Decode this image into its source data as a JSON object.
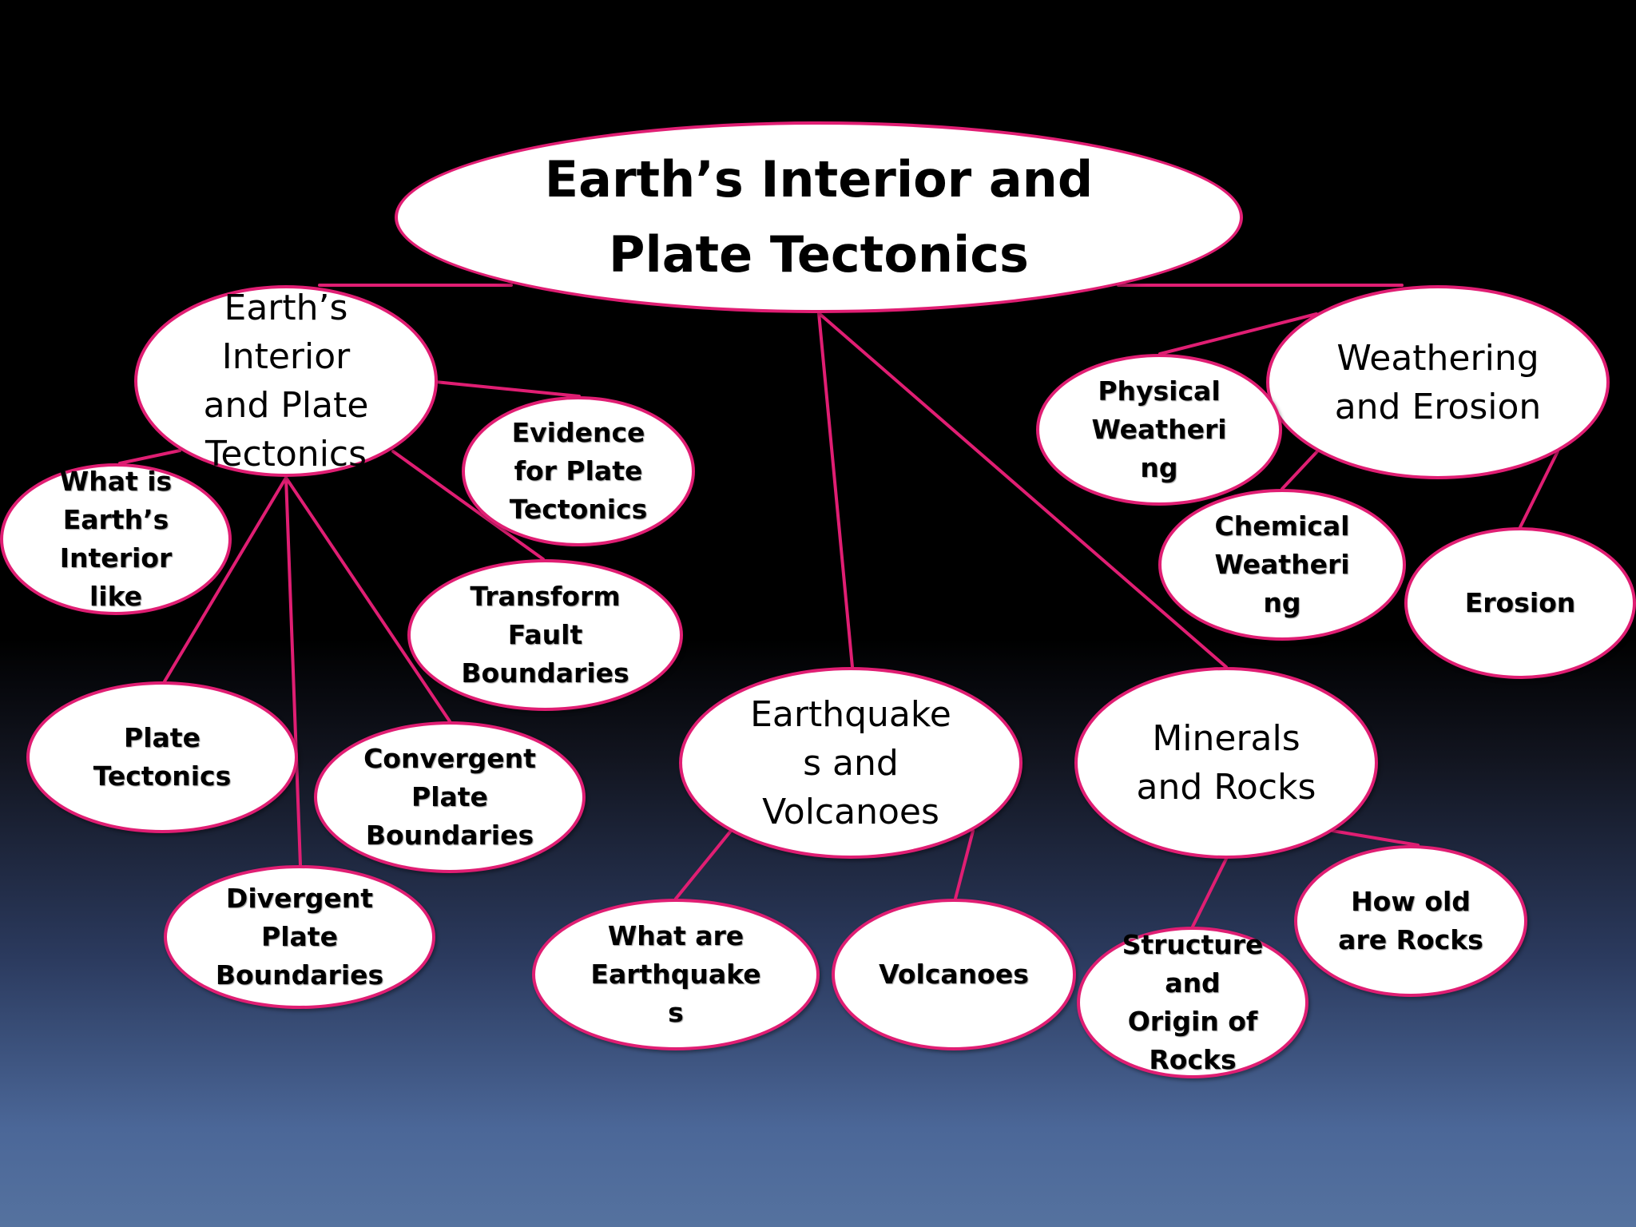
{
  "diagram": {
    "colors": {
      "connector": "#e01e73",
      "node_fill": "#ffffff",
      "node_border": "#e01e73",
      "text": "#000000"
    },
    "root": {
      "label": "Earth’s Interior and\nPlate Tectonics"
    },
    "topics": {
      "interior": {
        "label": "Earth’s\nInterior\nand Plate\nTectonics",
        "subtopics": {
          "what_is_interior": "What is\nEarth’s\nInterior\nlike",
          "evidence": "Evidence\nfor Plate\nTectonics",
          "transform": "Transform\nFault\nBoundaries",
          "plate_tectonics": "Plate\nTectonics",
          "convergent": "Convergent\nPlate\nBoundaries",
          "divergent": "Divergent\nPlate\nBoundaries"
        }
      },
      "earthquakes": {
        "label": "Earthquake\ns and\nVolcanoes",
        "subtopics": {
          "what_are_earthquakes": "What are\nEarthquake\ns",
          "volcanoes": "Volcanoes"
        }
      },
      "minerals": {
        "label": "Minerals\nand Rocks",
        "subtopics": {
          "structure_origin": "Structure\nand\nOrigin of\nRocks",
          "how_old": "How old\nare Rocks"
        }
      },
      "weathering": {
        "label": "Weathering\nand Erosion",
        "subtopics": {
          "physical": "Physical\nWeatheri\nng",
          "chemical": "Chemical\nWeatheri\nng",
          "erosion": "Erosion"
        }
      }
    }
  }
}
